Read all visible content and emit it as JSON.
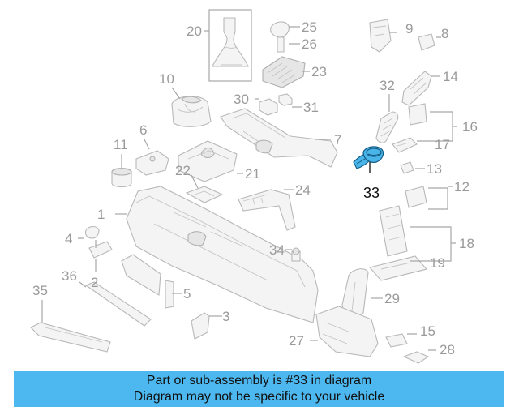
{
  "diagram": {
    "callouts": [
      "1",
      "2",
      "3",
      "4",
      "5",
      "6",
      "7",
      "8",
      "9",
      "10",
      "11",
      "12",
      "13",
      "14",
      "15",
      "16",
      "17",
      "18",
      "19",
      "20",
      "21",
      "22",
      "23",
      "24",
      "25",
      "26",
      "27",
      "28",
      "29",
      "30",
      "31",
      "32",
      "33",
      "34",
      "35",
      "36"
    ],
    "highlighted_part": "33",
    "highlight_color": "#49b4e8"
  },
  "banner": {
    "line1": "Part or sub-assembly is #33 in diagram",
    "line2": "Diagram may not be specific to your vehicle",
    "background": "#4db8f0"
  }
}
